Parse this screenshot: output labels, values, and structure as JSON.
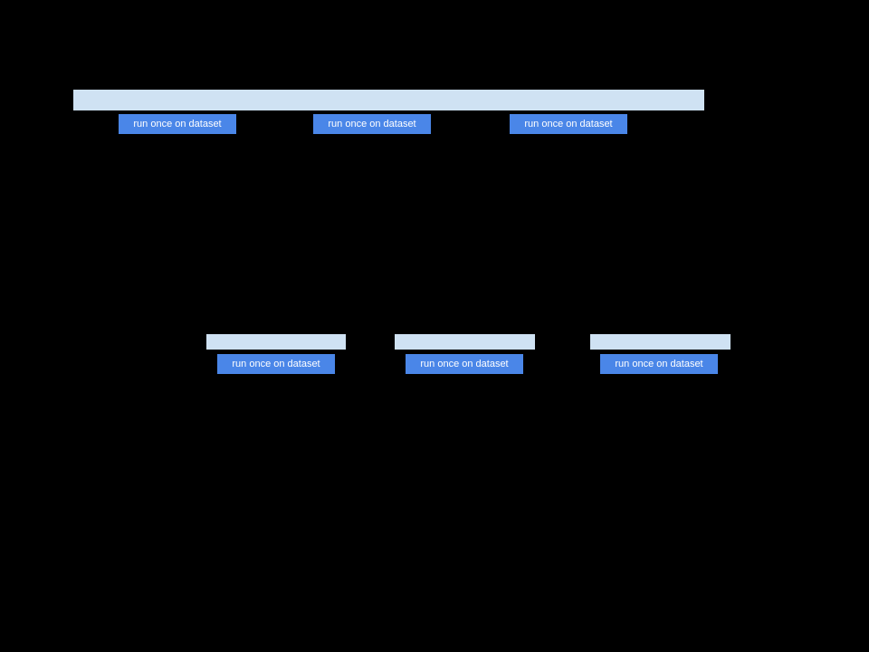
{
  "palette": {
    "slide_background": "#000000",
    "bar_fill": "#cfe2f3",
    "button_fill": "#4a86e8",
    "button_text_color": "#ffffff"
  },
  "top_pipeline": {
    "buttons": [
      {
        "label": "run once on dataset"
      },
      {
        "label": "run once on dataset"
      },
      {
        "label": "run once on dataset"
      }
    ]
  },
  "middle_pipelines": [
    {
      "button_label": "run once on dataset"
    },
    {
      "button_label": "run once on dataset"
    },
    {
      "button_label": "run once on dataset"
    }
  ]
}
